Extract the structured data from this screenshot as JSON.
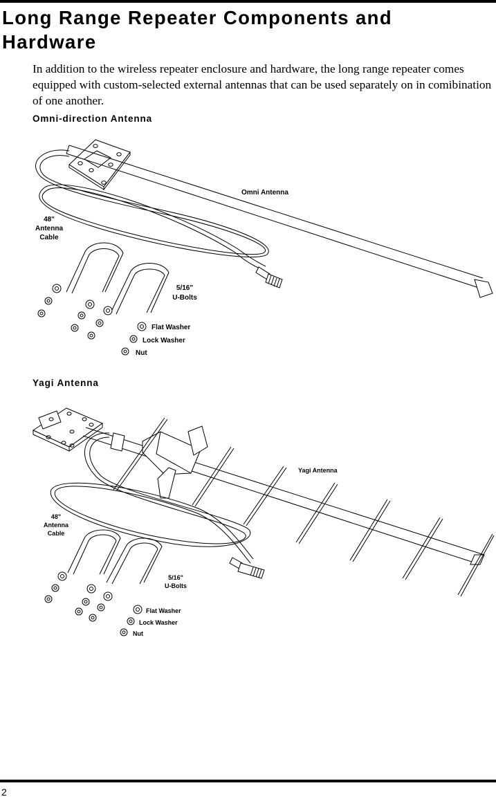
{
  "section_title": "Long Range Repeater Components and Hardware",
  "intro_text": "In addition to the wireless repeater enclosure and hardware, the long range repeater comes equipped with custom-selected external antennas that can be used separately on in comibination of one another.",
  "omni": {
    "heading": "Omni-direction Antenna",
    "antenna_label": "Omni Antenna",
    "cable_label": [
      "48\"",
      "Antenna",
      "Cable"
    ],
    "ubolt_label": [
      "5/16\"",
      "U-Bolts"
    ],
    "flat_washer_label": "Flat Washer",
    "lock_washer_label": "Lock Washer",
    "nut_label": "Nut"
  },
  "yagi": {
    "heading": "Yagi Antenna",
    "antenna_label": "Yagi Antenna",
    "cable_label": [
      "48\"",
      "Antenna",
      "Cable"
    ],
    "ubolt_label": [
      "5/16\"",
      "U-Bolts"
    ],
    "flat_washer_label": "Flat Washer",
    "lock_washer_label": "Lock Washer",
    "nut_label": "Nut"
  },
  "page_number": "2"
}
